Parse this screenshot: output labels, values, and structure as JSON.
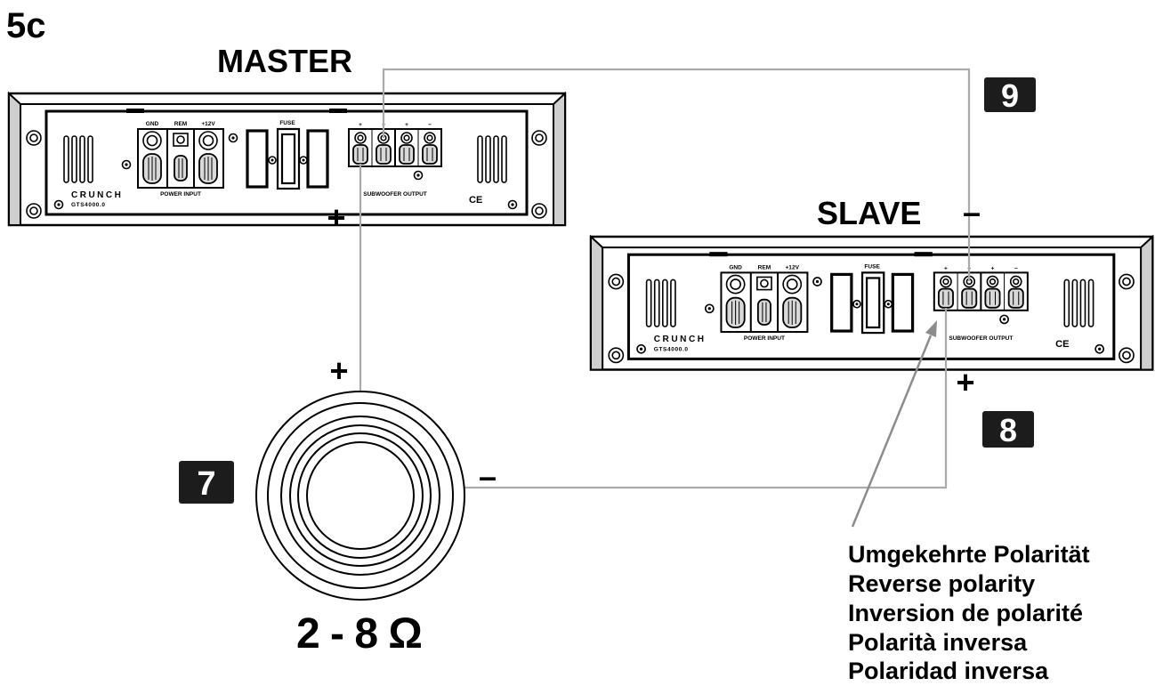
{
  "figure_label": "5c",
  "amplifiers": {
    "master": {
      "title": "MASTER",
      "brand": "CRUNCH",
      "model": "GTS4000.0",
      "power_terminal_labels": [
        "GND",
        "REM",
        "+12V"
      ],
      "power_input_label": "POWER INPUT",
      "fuse_label": "FUSE",
      "output_terminal_marks": [
        "+",
        "−",
        "+",
        "−"
      ],
      "output_label": "SUBWOOFER OUTPUT",
      "ce_mark": "CE"
    },
    "slave": {
      "title": "SLAVE",
      "brand": "CRUNCH",
      "model": "GTS4000.0",
      "power_terminal_labels": [
        "GND",
        "REM",
        "+12V"
      ],
      "power_input_label": "POWER INPUT",
      "fuse_label": "FUSE",
      "output_terminal_marks": [
        "+",
        "−",
        "+",
        "−"
      ],
      "output_label": "SUBWOOFER OUTPUT",
      "ce_mark": "CE"
    }
  },
  "wire_polarity_marks": {
    "master_output": "+",
    "slave_input_top": "–",
    "slave_input_bottom": "+",
    "speaker_positive": "+",
    "speaker_negative": "–"
  },
  "callouts": {
    "speaker": "7",
    "slave_connection": "8",
    "bridge_connection": "9"
  },
  "speaker": {
    "impedance": "2 - 8 Ω"
  },
  "polarity_note": [
    "Umgekehrte Polarität",
    "Reverse polarity",
    "Inversion de polarité",
    "Polarità inversa",
    "Polaridad inversa"
  ],
  "colors": {
    "wire": "#aaaaaa",
    "arrow": "#8c8c8c",
    "callout_background": "#1c1c1c",
    "callout_text": "#ffffff",
    "ink": "#000000"
  }
}
